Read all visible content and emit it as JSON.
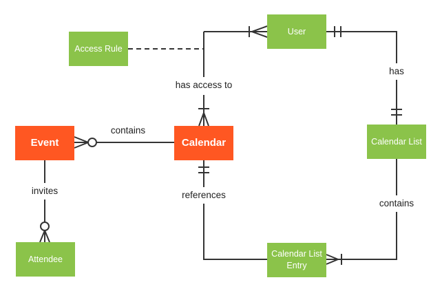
{
  "diagram": {
    "type": "entity-relationship crow's foot diagram",
    "background_color": "#FFFFFF"
  },
  "colors": {
    "entity_orange": "#FF5722",
    "entity_green": "#8BC34A",
    "entity_text": "#FFFFFF",
    "connector_line": "#333333",
    "relationship_label_text": "#212121"
  },
  "entities": {
    "access_rule": {
      "label": "Access Rule",
      "color": "#8BC34A"
    },
    "user": {
      "label": "User",
      "color": "#8BC34A"
    },
    "event": {
      "label": "Event",
      "color": "#FF5722"
    },
    "calendar": {
      "label": "Calendar",
      "color": "#FF5722"
    },
    "calendar_list": {
      "label": "Calendar List",
      "color": "#8BC34A"
    },
    "calendar_list_entry": {
      "label": "Calendar List Entry",
      "color": "#8BC34A"
    },
    "attendee": {
      "label": "Attendee",
      "color": "#8BC34A"
    }
  },
  "relationships": {
    "event_contains_calendar": {
      "label": "contains",
      "between": [
        "Event",
        "Calendar"
      ],
      "markers": "crow's foot + circle (zero or many) at Event end"
    },
    "calendar_has_access_to_user": {
      "label": "has access to",
      "between": [
        "User",
        "Calendar"
      ],
      "markers": "tick + crow's foot (one or many) at User end; tick + crow's foot (one or many) at Calendar end"
    },
    "user_has_calendar_list": {
      "label": "has",
      "between": [
        "User",
        "Calendar List"
      ],
      "markers": "double tick (exactly one) at User end; double tick (exactly one) at Calendar List end"
    },
    "calendar_list_contains_entry": {
      "label": "contains",
      "between": [
        "Calendar List",
        "Calendar List Entry"
      ],
      "markers": "crow's foot + tick (one or many) at Calendar List Entry end"
    },
    "entry_references_calendar": {
      "label": "references",
      "between": [
        "Calendar",
        "Calendar List Entry"
      ],
      "markers": "double tick (exactly one) at Calendar end"
    },
    "event_invites_attendee": {
      "label": "invites",
      "between": [
        "Event",
        "Attendee"
      ],
      "markers": "circle + crow's foot (zero or many) at Attendee end"
    },
    "access_rule_link": {
      "label": "",
      "between": [
        "Access Rule",
        "has access to relationship"
      ],
      "markers": "dashed association line"
    }
  }
}
